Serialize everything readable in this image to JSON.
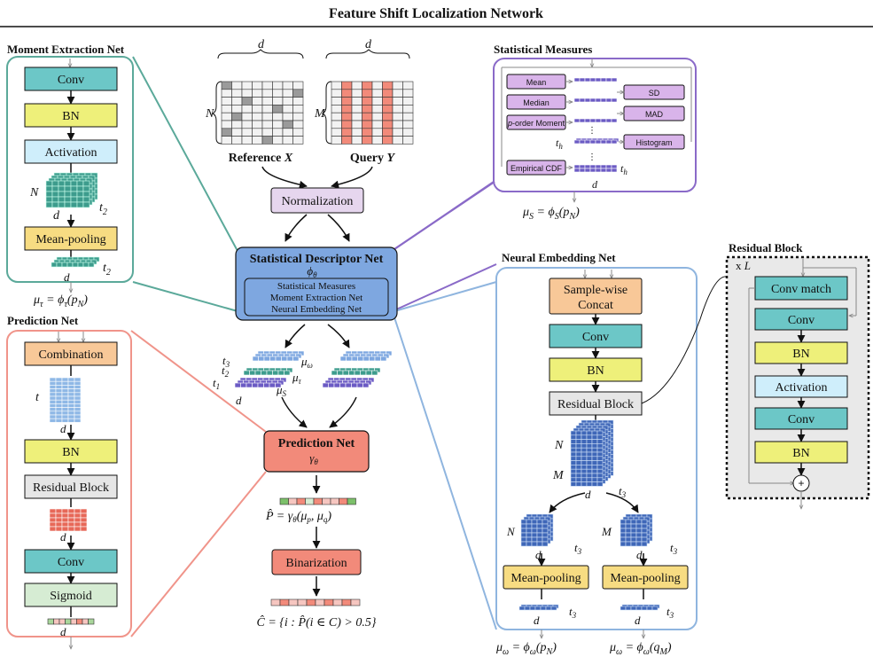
{
  "title": "Feature Shift Localization Network",
  "colors": {
    "teal": "#6cc7c7",
    "yellow": "#eef07a",
    "lightblue": "#cfeefb",
    "gold": "#f7dc82",
    "orange": "#f8c898",
    "gray": "#e6e6e6",
    "lightgreen": "#d6ecd3",
    "salmon": "#f28a7a",
    "lavender": "#e6d6ee",
    "violet": "#d9b4ea",
    "blue": "#7ea7e0",
    "border_teal": "#5ba99a",
    "border_red": "#f0948a",
    "border_purple": "#8a6ac8",
    "border_blue": "#8fb5df"
  },
  "moment": {
    "title": "Moment Extraction Net",
    "conv": "Conv",
    "bn": "BN",
    "activation": "Activation",
    "n": "N",
    "d": "d",
    "t2": "t",
    "t2sub": "2",
    "meanpool": "Mean-pooling",
    "d2": "d",
    "t2b": "t",
    "t2bsub": "2",
    "out": "μ",
    "out_sub": "τ",
    "out_eq": " = ϕ",
    "out_sub2": "τ",
    "out_arg": "(p",
    "out_argsub": "N",
    "out_end": ")"
  },
  "prediction": {
    "title": "Prediction Net",
    "combination": "Combination",
    "t": "t",
    "d": "d",
    "bn": "BN",
    "residual": "Residual Block",
    "d2": "d",
    "conv": "Conv",
    "sigmoid": "Sigmoid",
    "d3": "d"
  },
  "center": {
    "d_top": "d",
    "N": "N",
    "ref": "Reference ",
    "ref_var": "X",
    "d_top2": "d",
    "M": "M",
    "query": "Query ",
    "query_var": "Y",
    "normalization": "Normalization",
    "sdn_title": "Statistical Descriptor Net",
    "sdn_phi": "ϕ",
    "sdn_phi_sub": "θ",
    "sdn_items": [
      "Statistical Measures",
      "Moment Extraction Net",
      "Neural Embedding Net"
    ],
    "t3": "t",
    "t3sub": "3",
    "t2": "t",
    "t2sub": "2",
    "t1": "t",
    "t1sub": "1",
    "mu_w": "μ",
    "mu_w_sub": "ω",
    "mu_t": "μ",
    "mu_t_sub": "τ",
    "mu_s": "μ",
    "mu_s_sub": "S",
    "d": "d",
    "pred_title": "Prediction Net",
    "pred_gamma": "γ",
    "pred_gamma_sub": "θ",
    "phat_eq": "P̂ = γ",
    "phat_sub": "θ",
    "phat_arg": "(μ",
    "phat_p": "p",
    "phat_mid": ", μ",
    "phat_q": "q",
    "phat_end": ")",
    "binarization": "Binarization",
    "chat_eq": "Ĉ = {i : P̂(i ∈ C) > 0.5}"
  },
  "stat": {
    "title": "Statistical Measures",
    "mean": "Mean",
    "median": "Median",
    "porder_p": "p",
    "porder": "-order Moment",
    "sd": "SD",
    "mad": "MAD",
    "histogram": "Histogram",
    "ecdf": "Empirical CDF",
    "th": "t",
    "th_sub": "h",
    "th2": "t",
    "th2_sub": "h",
    "d": "d",
    "out": "μ",
    "out_sub": "S",
    "out_eq": " = ϕ",
    "out_sub2": "S",
    "out_arg": "(p",
    "out_argsub": "N",
    "out_end": ")"
  },
  "neural": {
    "title": "Neural Embedding Net",
    "concat1": "Sample-wise",
    "concat2": "Concat",
    "conv": "Conv",
    "bn": "BN",
    "residual": "Residual Block",
    "N": "N",
    "M": "M",
    "t3": "t",
    "t3sub": "3",
    "d": "d",
    "N2": "N",
    "M2": "M",
    "d2": "d",
    "d3": "d",
    "t3b": "t",
    "t3c": "t",
    "meanpool": "Mean-pooling",
    "d4": "d",
    "d5": "d",
    "t3d": "t",
    "t3e": "t",
    "out1": "μ",
    "out1_sub": "ω",
    "out1_eq": " = ϕ",
    "out1_sub2": "ω",
    "out1_arg": "(p",
    "out1_argsub": "N",
    "out1_end": ")",
    "out2": "μ",
    "out2_sub": "ω",
    "out2_eq": " = ϕ",
    "out2_sub2": "ω",
    "out2_arg": "(q",
    "out2_argsub": "M",
    "out2_end": ")"
  },
  "residual": {
    "title": "Residual Block",
    "xl": "x ",
    "xl_var": "L",
    "conv_match": "Conv match",
    "conv": "Conv",
    "bn": "BN",
    "activation": "Activation",
    "conv2": "Conv",
    "bn2": "BN",
    "plus": "+"
  }
}
